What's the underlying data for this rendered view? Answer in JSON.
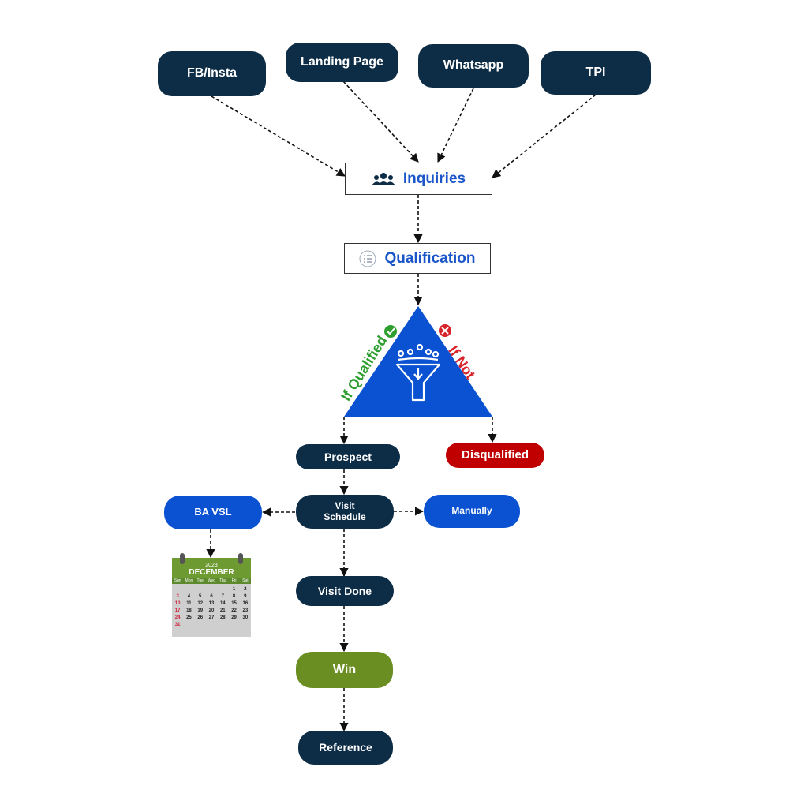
{
  "sources": {
    "fb": "FB/Insta",
    "landing": "Landing Page",
    "whatsapp": "Whatsapp",
    "tpi": "TPI"
  },
  "inquiries": "Inquiries",
  "qualification": "Qualification",
  "branches": {
    "qualified": "If Qualified",
    "not": "If Not"
  },
  "prospect": "Prospect",
  "disqualified": "Disqualified",
  "visit_schedule": "Visit\nSchedule",
  "ba_vsl": "BA VSL",
  "manually": "Manually",
  "visit_done": "Visit Done",
  "win": "Win",
  "reference": "Reference",
  "calendar": {
    "year": "2023",
    "month": "DECEMBER",
    "weekdays": [
      "Sun",
      "Mon",
      "Tue",
      "Wed",
      "Thu",
      "Fri",
      "Sat"
    ],
    "cells": [
      "",
      "",
      "",
      "",
      "",
      "1",
      "2",
      "3",
      "4",
      "5",
      "6",
      "7",
      "8",
      "9",
      "10",
      "11",
      "12",
      "13",
      "14",
      "15",
      "16",
      "17",
      "18",
      "19",
      "20",
      "21",
      "22",
      "23",
      "24",
      "25",
      "26",
      "27",
      "28",
      "29",
      "30",
      "31",
      "",
      "",
      "",
      "",
      "",
      ""
    ]
  },
  "colors": {
    "navy": "#0d2c46",
    "blue": "#0a52d1",
    "red": "#c00000",
    "green": "#6b8e23",
    "qualified_label": "#2e9e2e",
    "not_label": "#d8232a"
  }
}
